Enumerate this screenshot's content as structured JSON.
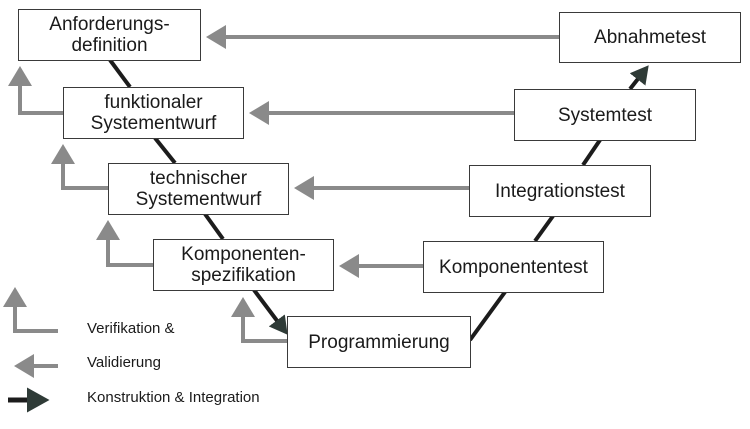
{
  "colors": {
    "verification_arrow": "#8a8a8a",
    "construction_arrow": "#1c1c1c",
    "construction_head": "#2f3b37",
    "box_border": "#3a3a3a"
  },
  "left_branch": [
    {
      "id": "anforderungsdefinition",
      "lines": [
        "Anforderungs-",
        "definition"
      ]
    },
    {
      "id": "funktionaler-systementwurf",
      "lines": [
        "funktionaler",
        "Systementwurf"
      ]
    },
    {
      "id": "technischer-systementwurf",
      "lines": [
        "technischer",
        "Systementwurf"
      ]
    },
    {
      "id": "komponentenspezifikation",
      "lines": [
        "Komponenten-",
        "spezifikation"
      ]
    }
  ],
  "bottom": {
    "id": "programmierung",
    "label": "Programmierung"
  },
  "right_branch": [
    {
      "id": "abnahmetest",
      "label": "Abnahmetest"
    },
    {
      "id": "systemtest",
      "label": "Systemtest"
    },
    {
      "id": "integrationstest",
      "label": "Integrationstest"
    },
    {
      "id": "komponententest",
      "label": "Komponententest"
    }
  ],
  "legend": {
    "verification_line1": "Verifikation &",
    "verification_line2": "Validierung",
    "construction": "Konstruktion & Integration"
  }
}
